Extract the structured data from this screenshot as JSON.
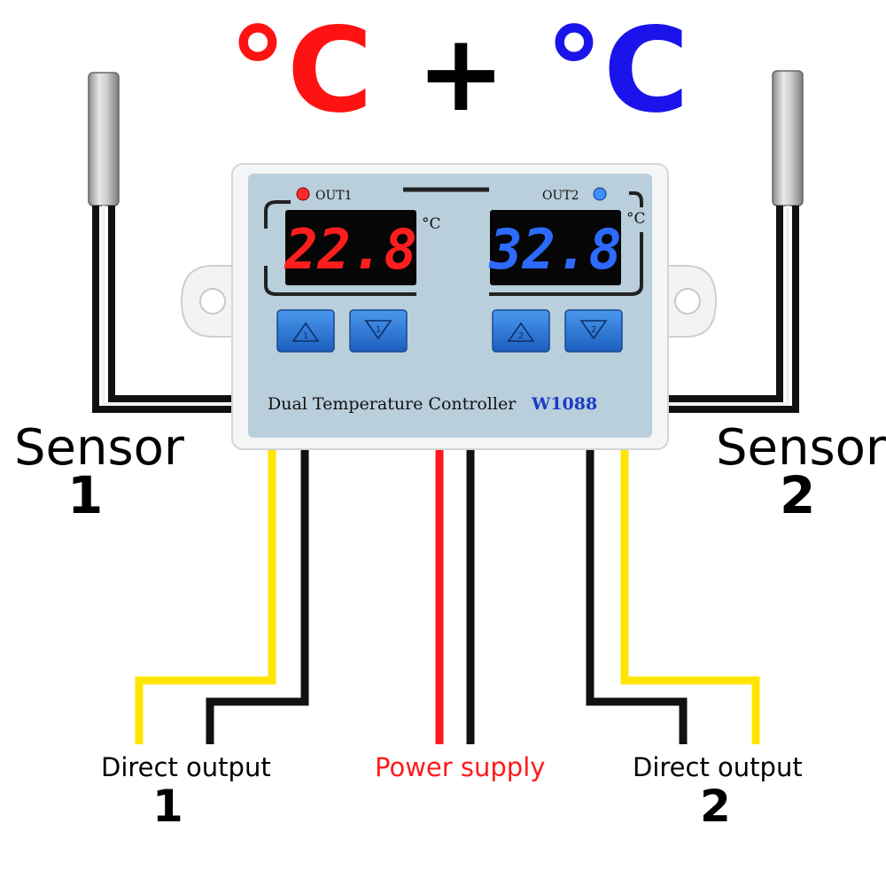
{
  "header": {
    "unit_left": "°C",
    "plus": "+",
    "unit_right": "°C"
  },
  "device": {
    "model_name": "Dual Temperature Controller",
    "model_code": "W1088",
    "out1_label": "OUT1",
    "out2_label": "OUT2",
    "display1_value": "22.8",
    "display2_value": "32.8",
    "unit1": "°C",
    "unit2": "°C",
    "button_up_1": "1",
    "button_down_1": "1",
    "button_up_2": "2",
    "button_down_2": "2"
  },
  "labels": {
    "sensor1_word": "Sensor",
    "sensor1_num": "1",
    "sensor2_word": "Sensor",
    "sensor2_num": "2",
    "direct_output1_word": "Direct output",
    "direct_output1_num": "1",
    "power_supply": "Power supply",
    "direct_output2_word": "Direct output",
    "direct_output2_num": "2"
  },
  "colors": {
    "unit_left": "#ff1212",
    "unit_right": "#1a14ea",
    "display1_digits": "#ff1e1e",
    "display2_digits": "#2d6bff",
    "wire_yellow": "#ffe600",
    "wire_red": "#ff1a1a",
    "wire_black": "#111111",
    "panel": "#b9cfdb",
    "button": "#2f7fd8"
  }
}
